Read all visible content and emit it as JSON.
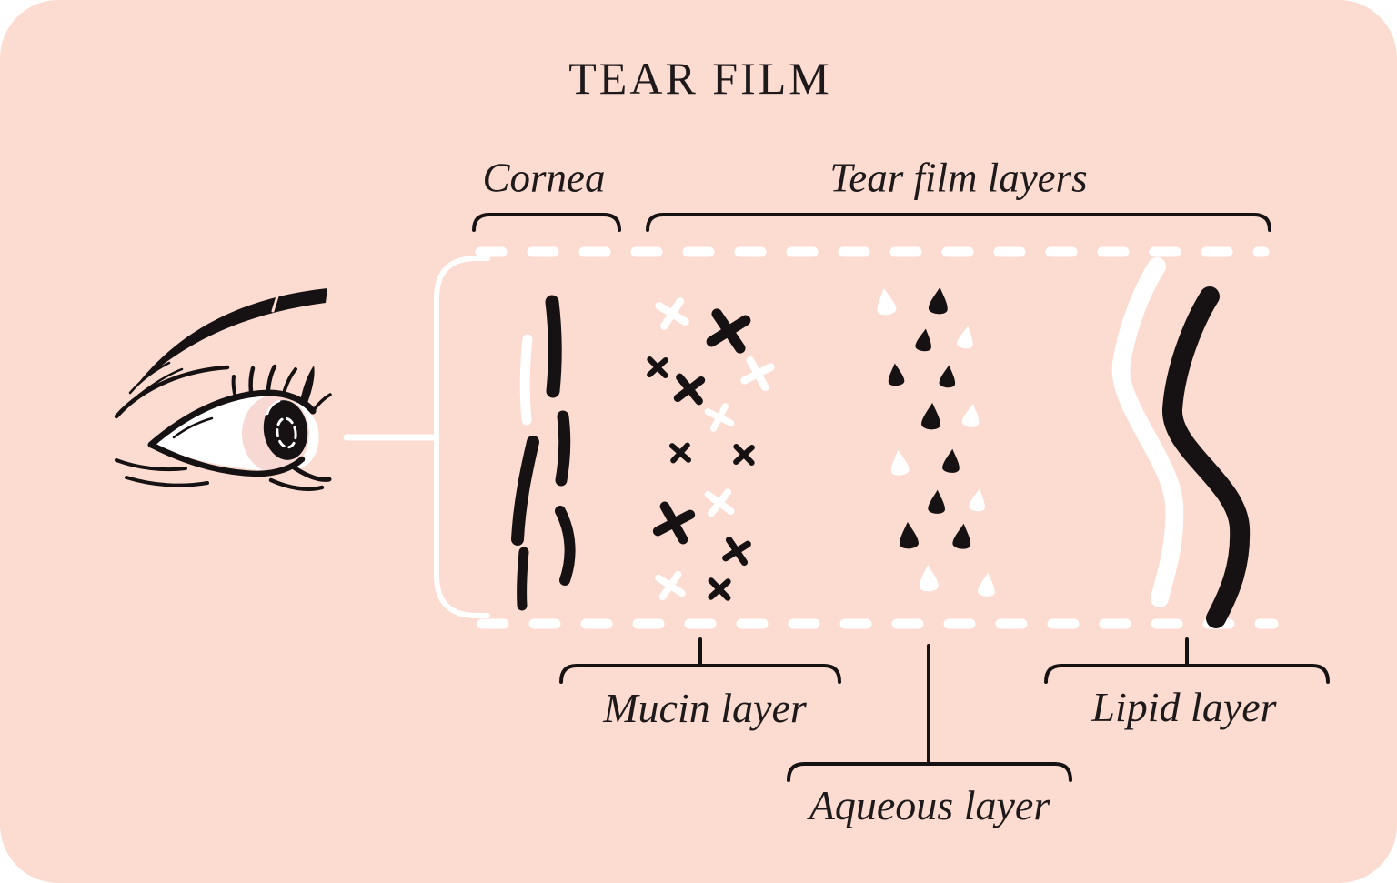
{
  "title": "TEAR FILM",
  "annotations": {
    "cornea": "Cornea",
    "tear_film_layers": "Tear film layers"
  },
  "layers": [
    {
      "name": "Mucin layer",
      "pattern": "x-cross-marks",
      "pattern_colors": [
        "black",
        "white"
      ]
    },
    {
      "name": "Aqueous layer",
      "pattern": "teardrops",
      "pattern_colors": [
        "black",
        "white"
      ]
    },
    {
      "name": "Lipid layer",
      "pattern": "wavy-lines",
      "pattern_colors": [
        "white",
        "black"
      ]
    }
  ],
  "cornea_pattern": "vertical-brush-strokes",
  "icons": {
    "eye": "eye-illustration",
    "magnifier": "dashed-zoom-box"
  },
  "colors": {
    "background": "#fcdbd1",
    "ink": "#161213",
    "white": "#ffffff",
    "iris_pink": "#f8d8d3"
  }
}
